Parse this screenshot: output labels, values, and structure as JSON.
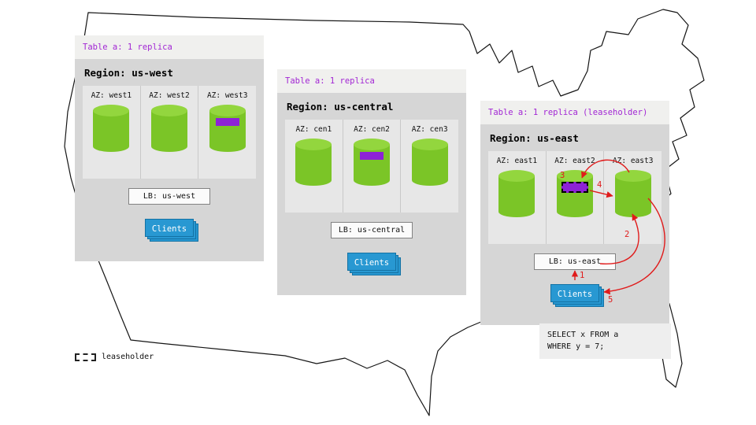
{
  "regions": [
    {
      "id": "us-west",
      "table_label": "Table a: 1 replica",
      "region_label": "Region: us-west",
      "azs": [
        {
          "label": "AZ: west1",
          "replica": false,
          "leaseholder": false
        },
        {
          "label": "AZ: west2",
          "replica": false,
          "leaseholder": false
        },
        {
          "label": "AZ: west3",
          "replica": true,
          "leaseholder": false
        }
      ],
      "lb_label": "LB: us-west",
      "clients_label": "Clients"
    },
    {
      "id": "us-central",
      "table_label": "Table a: 1 replica",
      "region_label": "Region: us-central",
      "azs": [
        {
          "label": "AZ: cen1",
          "replica": false,
          "leaseholder": false
        },
        {
          "label": "AZ: cen2",
          "replica": true,
          "leaseholder": false
        },
        {
          "label": "AZ: cen3",
          "replica": false,
          "leaseholder": false
        }
      ],
      "lb_label": "LB: us-central",
      "clients_label": "Clients"
    },
    {
      "id": "us-east",
      "table_label": "Table a: 1 replica (leaseholder)",
      "region_label": "Region: us-east",
      "azs": [
        {
          "label": "AZ: east1",
          "replica": false,
          "leaseholder": false
        },
        {
          "label": "AZ: east2",
          "replica": true,
          "leaseholder": true
        },
        {
          "label": "AZ: east3",
          "replica": false,
          "leaseholder": false
        }
      ],
      "lb_label": "LB: us-east",
      "clients_label": "Clients"
    }
  ],
  "flow": {
    "steps": [
      "1",
      "2",
      "3",
      "4",
      "5"
    ]
  },
  "sql_note": {
    "line1": "SELECT x FROM a",
    "line2": "WHERE y = 7;"
  },
  "legend": {
    "label": "leaseholder"
  },
  "colors": {
    "table_header_purple": "#a226d4",
    "replica_purple": "#8d22d6",
    "cylinder_green": "#7bc527",
    "cylinder_green_top": "#93d63e",
    "clients_blue": "#2898d2",
    "arrow_red": "#e01b1b",
    "panel_gray": "#d6d6d6"
  }
}
